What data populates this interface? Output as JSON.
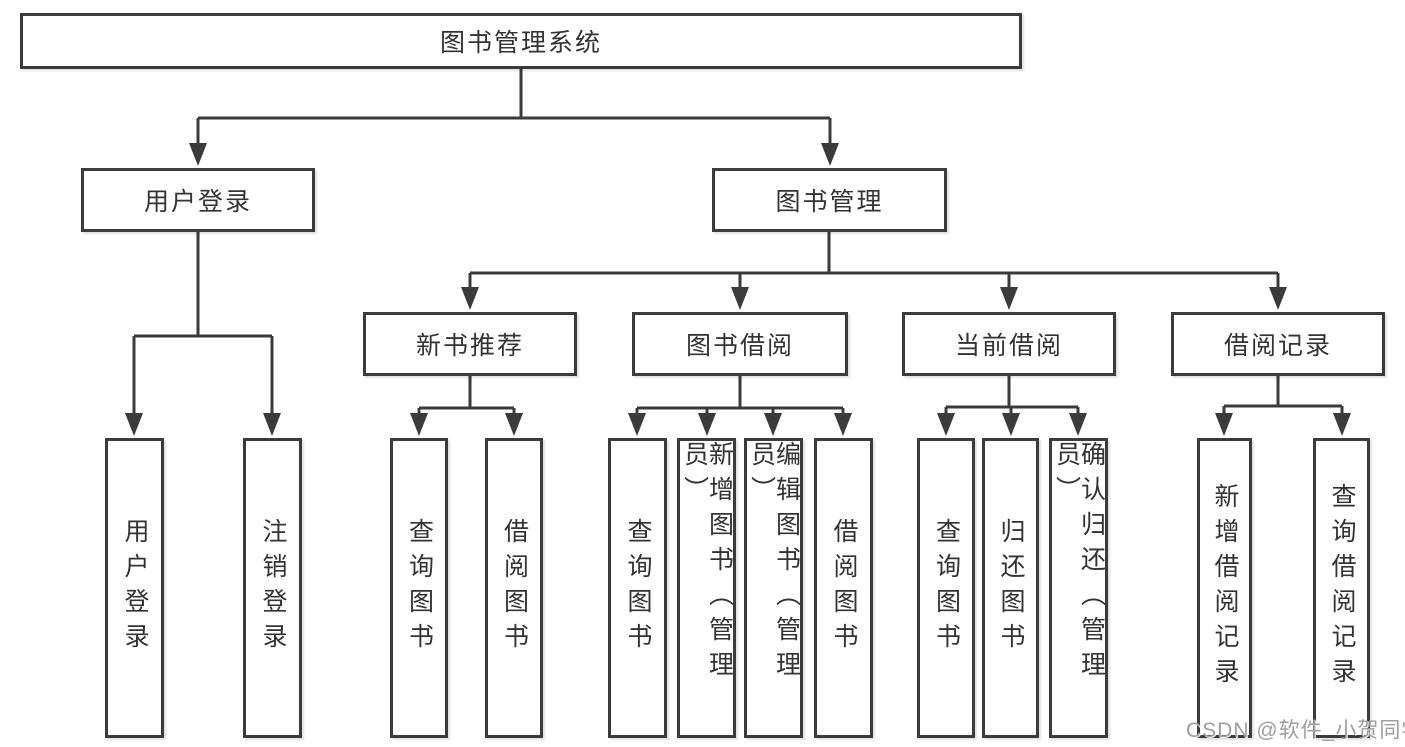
{
  "nodes": {
    "root": "图书管理系统",
    "user_login": "用户登录",
    "book_management": "图书管理",
    "new_book_recommend": "新书推荐",
    "book_borrow": "图书借阅",
    "current_borrow": "当前借阅",
    "borrow_records": "借阅记录",
    "leaf_user_login": "用户登录",
    "leaf_logout": "注销登录",
    "leaf_query_book_1": "查询图书",
    "leaf_borrow_book_1": "借阅图书",
    "leaf_query_book_2": "查询图书",
    "leaf_add_book": "新增图书（管理员）",
    "leaf_edit_book": "编辑图书（管理员）",
    "leaf_borrow_book_2": "借阅图书",
    "leaf_query_book_3": "查询图书",
    "leaf_return_book": "归还图书",
    "leaf_confirm_return": "确认归还（管理员）",
    "leaf_add_record": "新增借阅记录",
    "leaf_query_record": "查询借阅记录"
  },
  "watermark": "CSDN @软件_小贺同学",
  "colors": {
    "line": "#3b3b3b",
    "text": "#333333",
    "background": "#ffffff",
    "watermark": "#9e9e9e"
  }
}
